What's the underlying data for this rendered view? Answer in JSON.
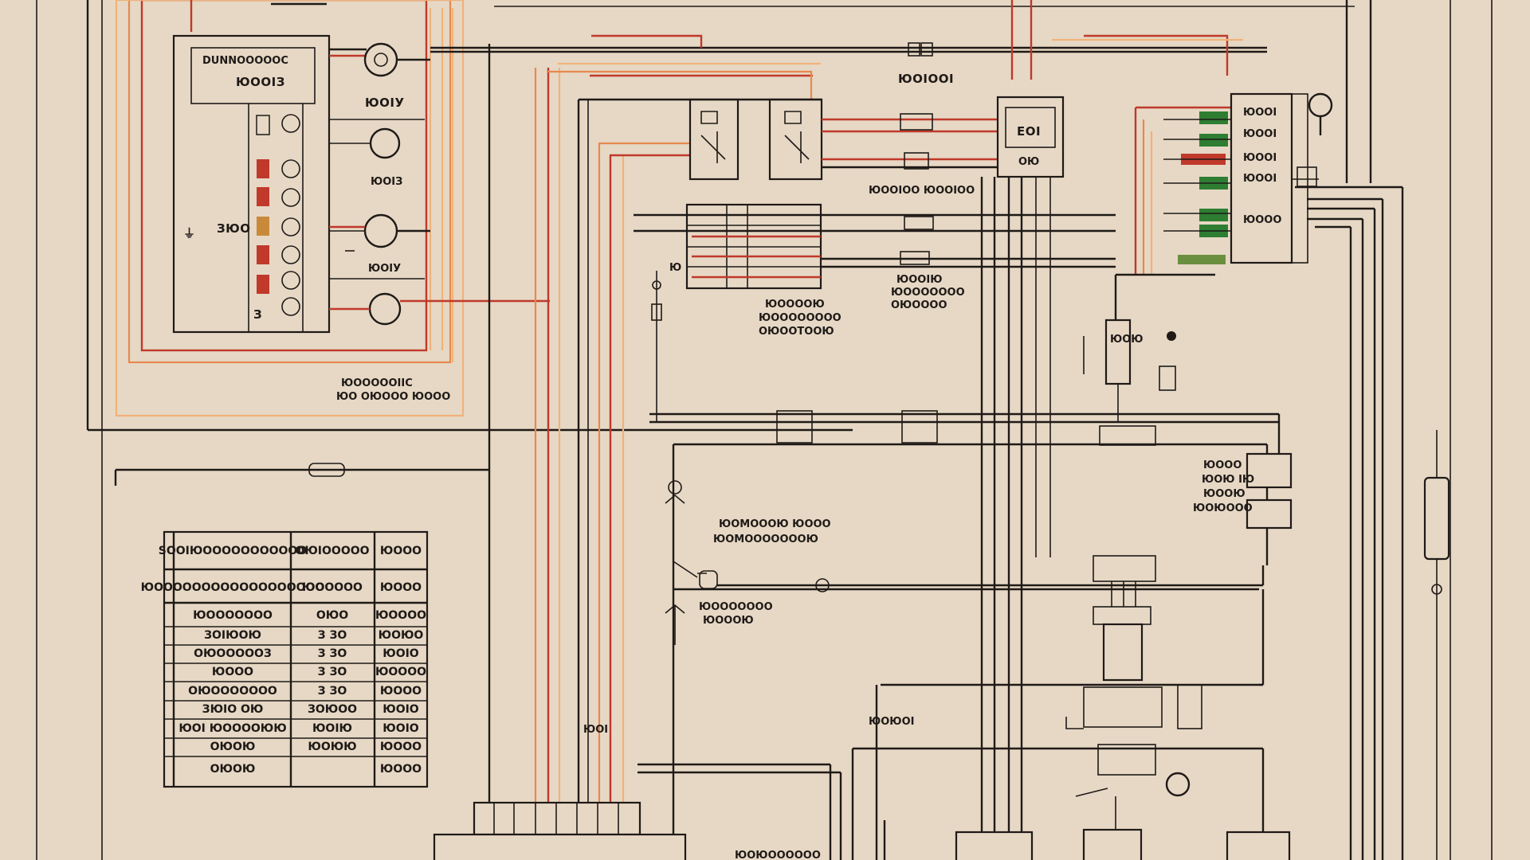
{
  "diagram": {
    "panel_a": {
      "title_line1": "DUNNOOOOOC",
      "title_line2": "ЮООІЗ"
    },
    "left_labels": {
      "l1": "ЮОІУ",
      "l2": "ЮОІЗ",
      "l3": "ЮОІУ",
      "l4": "ЗЮО",
      "l5": "З"
    },
    "caption_mid_left": {
      "line1": "ЮОООООІІС",
      "line2": "ЮО ОЮООО ЮООО"
    },
    "top_center_label": "ЮОІООІ",
    "center_label_1": "ЮООІОО ЮООІОО",
    "center_label_2": {
      "line1": "ЮООІЮ",
      "line2": "ЮООООООО",
      "line3": "ОЮОООО"
    },
    "center_label_3": {
      "line1": "ЮООООЮ",
      "line2": "ЮОООООООО",
      "line3": "ОЮООТООЮ"
    },
    "device_1": {
      "line1": "ЕОІ",
      "line2": "ОЮ"
    },
    "fuse_label": "ЮОЮ",
    "right_labels": [
      "ЮООІ",
      "ЮООІ",
      "ЮООІ",
      "ЮООІ",
      "ЮООО"
    ],
    "right_mid_label": {
      "line1": "ЮООО",
      "line2": "ЮОЮ ІЮ",
      "line3": "ЮООЮ",
      "line4": "ЮОЮООО"
    },
    "center_label_4": {
      "line1": "ЮОМОООЮ ЮООО",
      "line2": "ЮОМОООООООЮ"
    },
    "center_label_5": {
      "line1": "ЮООООООО",
      "line2": "ЮОООЮ"
    },
    "bottom_label_1": "ЮОЮОІ",
    "bottom_label_2": "ЮОЮОООООО",
    "small_left_1": "Ю",
    "small_left_2": "ЮОІ"
  },
  "table": {
    "headers": [
      "ЅООІЮООООООООООО",
      "ОЮІООООО",
      "ЮООО"
    ],
    "rows": [
      [
        "ЮОООООООООООООООООО",
        "ЮООООО",
        "ЮООО"
      ],
      [
        "ЮООООООО",
        "ОЮО",
        "ЮОООО"
      ],
      [
        "ЗОІЮОЮ",
        "З ЗО",
        "ЮОЮО"
      ],
      [
        "ОЮОООООЗ",
        "З ЗО",
        "ЮОІО"
      ],
      [
        "ЮООО",
        "З ЗО",
        "ЮОООО"
      ],
      [
        "ОЮООООООО",
        "З ЗО",
        "ЮООО"
      ],
      [
        "ЗЮІО ОЮ",
        "ЗОЮОО",
        "ЮОІО"
      ],
      [
        "ЮОІ ЮООООЮЮ",
        "ЮОІЮ",
        "ЮОІО"
      ],
      [
        "ОЮОЮ",
        "ЮОЮЮ",
        "ЮООО"
      ],
      [
        "ОЮОЮ",
        "",
        "ЮООО"
      ]
    ]
  }
}
